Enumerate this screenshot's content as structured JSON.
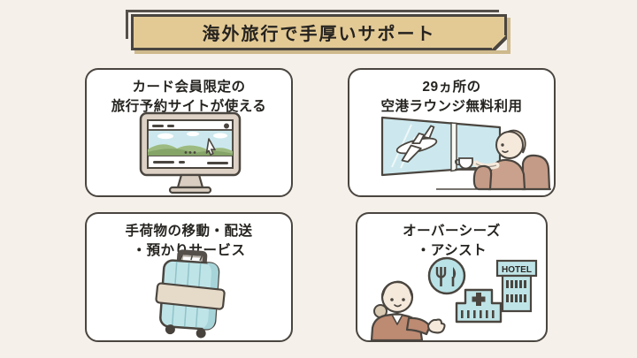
{
  "banner": {
    "title": "海外旅行で手厚いサポート"
  },
  "cards": [
    {
      "title_line1": "カード会員限定の",
      "title_line2": "旅行予約サイトが使える"
    },
    {
      "title_line1": "29ヵ所の",
      "title_line2": "空港ラウンジ無料利用"
    },
    {
      "title_line1": "手荷物の移動・配送",
      "title_line2": "・預かりサービス"
    },
    {
      "title_line1": "オーバーシーズ",
      "title_line2": "・アシスト"
    }
  ],
  "labels": {
    "hotel_sign": "HOTEL"
  },
  "colors": {
    "background": "#f5f0e9",
    "outline": "#4a453f",
    "banner_fill": "#e3ca95",
    "banner_shadow": "#cdb98c",
    "card_fill": "#ffffff",
    "teal_light": "#bfe4e7",
    "teal_dark": "#a6d4d9",
    "sky_blue": "#cce8ee",
    "hill_green": "#9dbb80",
    "hill_green_dark": "#85a468",
    "monitor_beige": "#ddd2c5",
    "skin": "#f5e9db",
    "hair_beige": "#d9cab4",
    "jacket_brown": "#bd8a72",
    "chair_brown": "#c49b87",
    "belt_beige": "#e6dac8"
  }
}
